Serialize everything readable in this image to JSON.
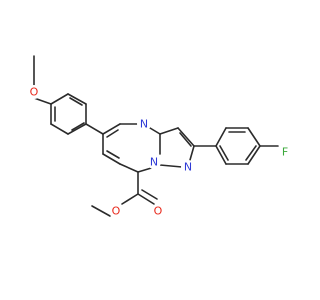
{
  "molecule": {
    "atom_labels": {
      "methoxy_oxygen": "O",
      "methoxy_carbon": "",
      "pyrimidine_nitrogen": "N",
      "bridgehead_nitrogen": "N",
      "pyrazole_nitrogen": "N",
      "fluorine": "F",
      "ester_carbonyl_oxygen": "O",
      "ester_ether_oxygen": "O"
    },
    "colors": {
      "bond": "#2b2b2b",
      "oxygen": "#e8291c",
      "nitrogen": "#2f3bd6",
      "fluorine": "#3aa83a"
    }
  }
}
